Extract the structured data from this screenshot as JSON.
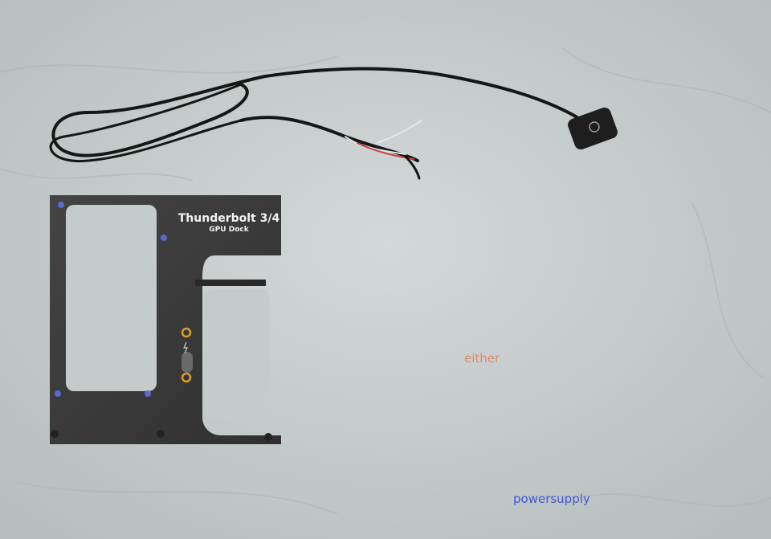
{
  "photo": {
    "dock_title": "Thunderbolt 3/4",
    "dock_subtitle": "GPU Dock",
    "note_either": "either",
    "note_power": "powersupply"
  },
  "colors": {
    "fabric": "#c9cfcf",
    "metal_plate": "#3c3b3b",
    "pcb": "#2e3a2f",
    "adapter_pcb": "#2f6d60",
    "cable": "#1a1a1a",
    "red": "#e0202a",
    "purple": "#b050c8",
    "yellow": "#e8b020",
    "blue": "#3a4bd0",
    "green": "#30b050",
    "orange": "#e0876a"
  }
}
